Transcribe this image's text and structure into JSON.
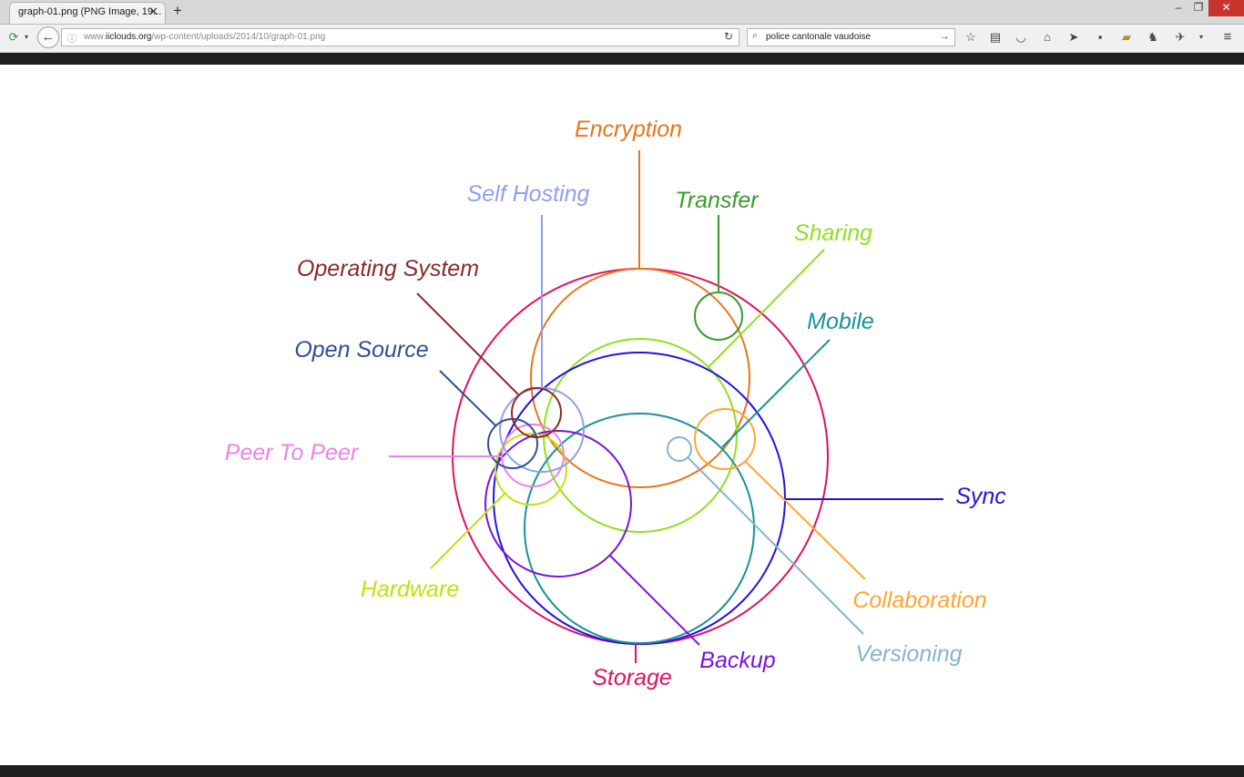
{
  "browser": {
    "tab_title": "graph-01.png (PNG Image, 19...",
    "tab_close": "✕",
    "new_tab": "+",
    "window_controls": {
      "minimize": "‒",
      "restore": "❐",
      "close": "✕"
    },
    "url": {
      "prefix": "www.",
      "domain": "iiclouds.org",
      "path": "/wp-content/uploads/2014/10/graph-01.png"
    },
    "search": {
      "value": "police cantonale vaudoise"
    }
  },
  "icons": [
    "page-icon",
    "back-arrow-icon",
    "info-icon",
    "reload-icon",
    "search-icon",
    "go-arrow-icon",
    "star-icon",
    "reading-list-icon",
    "pocket-icon",
    "home-icon",
    "send-icon",
    "save-icon",
    "extension-icon",
    "extension-icon",
    "extension-icon",
    "overflow-chevron-icon",
    "menu-icon"
  ],
  "diagram": {
    "labels": {
      "encryption": "Encryption",
      "self_hosting": "Self Hosting",
      "transfer": "Transfer",
      "sharing": "Sharing",
      "operating_system": "Operating System",
      "mobile": "Mobile",
      "open_source": "Open Source",
      "peer_to_peer": "Peer To Peer",
      "sync": "Sync",
      "hardware": "Hardware",
      "collaboration": "Collaboration",
      "backup": "Backup",
      "versioning": "Versioning",
      "storage": "Storage"
    },
    "colors": {
      "storage": "#e0115f",
      "encryption": "#e8751a",
      "transfer": "#3a9a2c",
      "sharing": "#90e01f",
      "mobile": "#17929a",
      "sync": "#2612e0",
      "collaboration": "#ffa531",
      "versioning": "#85b4ce",
      "backup": "#7a14d8",
      "hardware": "#c3e10e",
      "peer_to_peer": "#ec82e8",
      "open_source": "#2d5192",
      "operating_system": "#8a2a2a",
      "self_hosting": "#8f9ef0"
    }
  }
}
